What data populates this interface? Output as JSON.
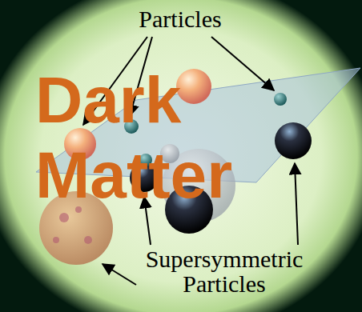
{
  "diagram": {
    "title": "Dark Matter",
    "labels": [
      "Particles",
      "Supersymmetric Particles"
    ]
  }
}
